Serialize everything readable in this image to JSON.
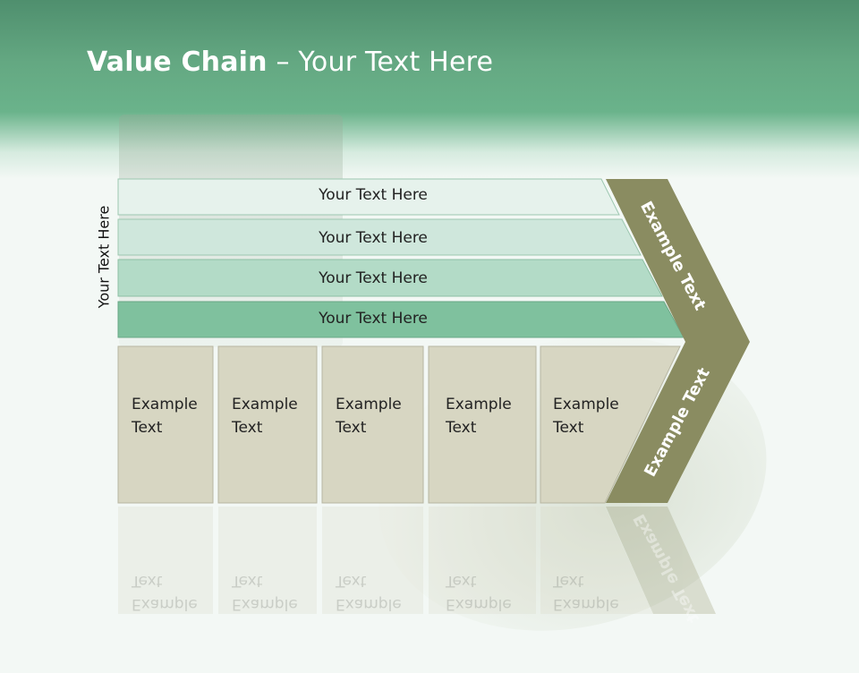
{
  "slide": {
    "title_bold": "Value Chain",
    "title_rest": " – Your Text Here",
    "side_label": "Your Text Here"
  },
  "rows": [
    {
      "label": "Your Text Here",
      "color": "#e6f2ec"
    },
    {
      "label": "Your Text Here",
      "color": "#cfe7dc"
    },
    {
      "label": "Your Text Here",
      "color": "#b3dbc7"
    },
    {
      "label": "Your Text Here",
      "color": "#7fc19e"
    }
  ],
  "boxes": [
    {
      "line1": "Example",
      "line2": "Text"
    },
    {
      "line1": "Example",
      "line2": "Text"
    },
    {
      "line1": "Example",
      "line2": "Text"
    },
    {
      "line1": "Example",
      "line2": "Text"
    },
    {
      "line1": "Example",
      "line2": "Text"
    }
  ],
  "chevron": {
    "upper_label": "Example Text",
    "lower_label": "Example Text",
    "color": "#8a8c61"
  },
  "colors": {
    "box_fill": "#d7d6c2",
    "header_green": "#64a882"
  }
}
